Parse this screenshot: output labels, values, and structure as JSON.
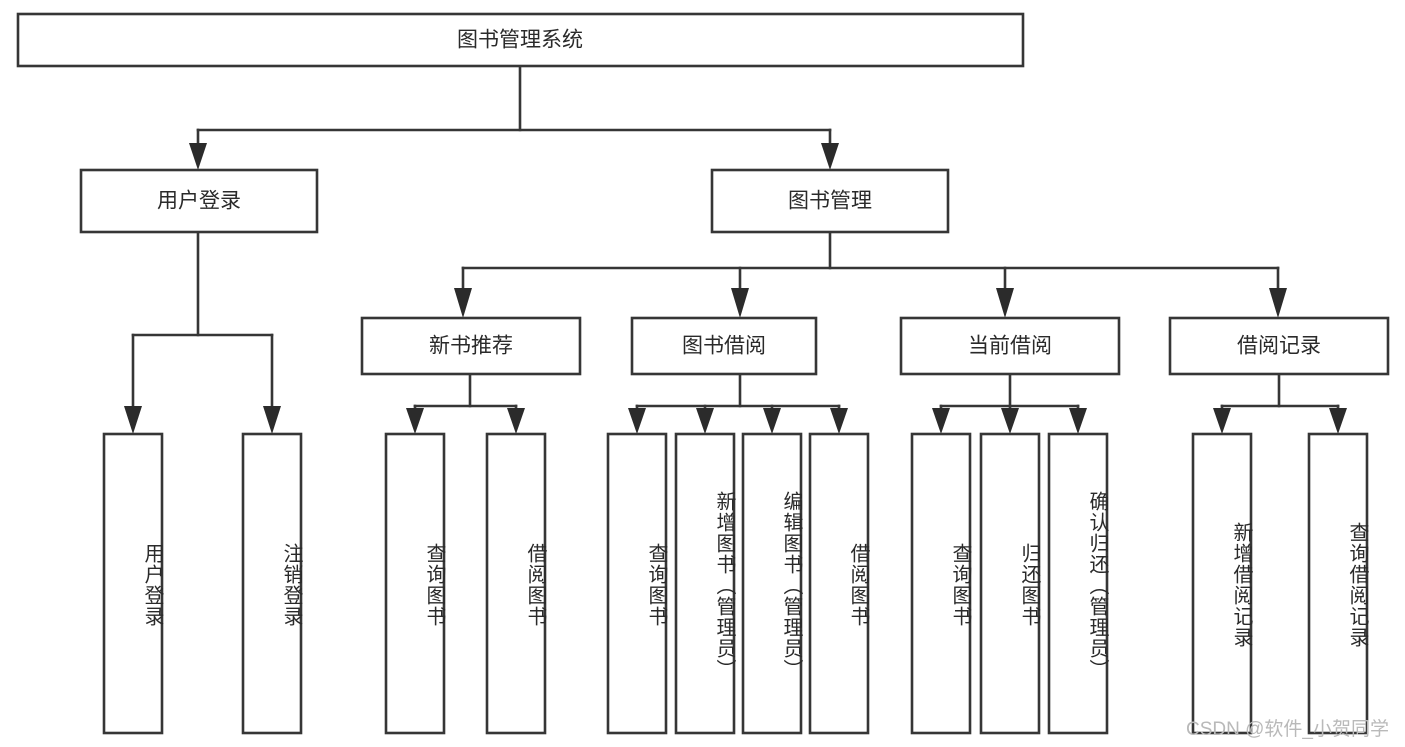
{
  "diagram": {
    "title": "图书管理系统",
    "type": "tree",
    "root": {
      "label": "图书管理系统",
      "orientation": "horizontal"
    },
    "level2": [
      {
        "label": "用户登录",
        "orientation": "horizontal"
      },
      {
        "label": "图书管理",
        "orientation": "horizontal"
      }
    ],
    "level3": [
      {
        "label": "新书推荐",
        "orientation": "horizontal"
      },
      {
        "label": "图书借阅",
        "orientation": "horizontal"
      },
      {
        "label": "当前借阅",
        "orientation": "horizontal"
      },
      {
        "label": "借阅记录",
        "orientation": "horizontal"
      }
    ],
    "leaves": {
      "user_login": [
        {
          "label": "用户登录",
          "orientation": "vertical"
        },
        {
          "label": "注销登录",
          "orientation": "vertical"
        }
      ],
      "new_book_recommend": [
        {
          "label": "查询图书",
          "orientation": "vertical"
        },
        {
          "label": "借阅图书",
          "orientation": "vertical"
        }
      ],
      "book_borrow": [
        {
          "label": "查询图书",
          "orientation": "vertical"
        },
        {
          "label": "新增图书（管理员）",
          "orientation": "vertical"
        },
        {
          "label": "编辑图书（管理员）",
          "orientation": "vertical"
        },
        {
          "label": "借阅图书",
          "orientation": "vertical"
        }
      ],
      "current_borrow": [
        {
          "label": "查询图书",
          "orientation": "vertical"
        },
        {
          "label": "归还图书",
          "orientation": "vertical"
        },
        {
          "label": "确认归还（管理员）",
          "orientation": "vertical"
        }
      ],
      "borrow_record": [
        {
          "label": "新增借阅记录",
          "orientation": "vertical"
        },
        {
          "label": "查询借阅记录",
          "orientation": "vertical"
        }
      ]
    },
    "colors": {
      "node_stroke": "#363636",
      "node_fill": "#ffffff",
      "connector": "#363636",
      "text": "#2a2a2a",
      "background": "#ffffff",
      "watermark": "#b9b9b9"
    }
  },
  "watermark": {
    "text": "CSDN @软件_小贺同学"
  }
}
